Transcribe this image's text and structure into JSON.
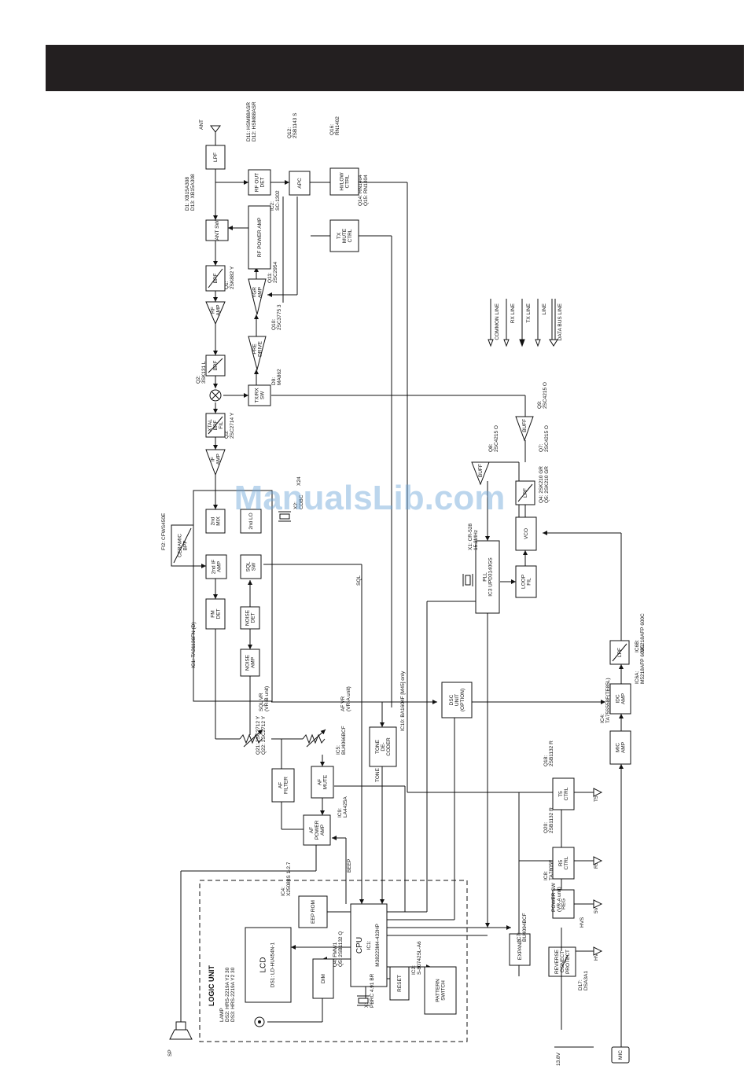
{
  "watermark": "ManualsLib.com",
  "ports": {
    "ant": "ANT",
    "sp": "SP",
    "mic": "MIC"
  },
  "logic_unit_title": "LOGIC UNIT",
  "blocks": {
    "lpf_top": "LPF",
    "rf_out_det": [
      "RF OUT",
      "DET"
    ],
    "apc": "APC",
    "hi_low": [
      "HI/LOW",
      "CTRL"
    ],
    "ant_sw": "ANT SW",
    "rf_power_amp": "RF POWER AMP",
    "tx_mute": [
      "TX",
      "MUTE",
      "CTRL"
    ],
    "bpf1": "BPF",
    "rf_amp": [
      "RF",
      "AMP"
    ],
    "ygr_amp": [
      "YGR",
      "AMP"
    ],
    "bpf2": "BPF",
    "pre_drive": [
      "PRE",
      "DRIVE"
    ],
    "txrx_sw": [
      "TX/RX",
      "SW"
    ],
    "xtal_bpf": [
      "XTAL",
      "BPF",
      "FIL"
    ],
    "if_amp": [
      "IF",
      "AMP"
    ],
    "ceramic_bpf": [
      "CERAMIC",
      "BPF"
    ],
    "mix2": [
      "2nd",
      "MIX"
    ],
    "lo2": [
      "2nd LO"
    ],
    "if2_amp": [
      "2nd IF",
      "AMP"
    ],
    "sql_sw": [
      "SQL",
      "SW"
    ],
    "fm_det": [
      "FM",
      "DET"
    ],
    "noise_det": [
      "NOISE",
      "DET"
    ],
    "noise_amp": [
      "NOISE",
      "AMP"
    ],
    "buff1": "BUFF",
    "buff2": "BUFF",
    "lpf_mid": "LPF",
    "vco": "VCO",
    "pll": [
      "PLL",
      "IC3 UPD3140GS"
    ],
    "loop_fil": [
      "LOOP",
      "FIL"
    ],
    "lpf_low": "LPF",
    "idc_amp": [
      "IDC",
      "AMP"
    ],
    "mic_amp": [
      "MIC",
      "AMP"
    ],
    "dsc_unit": [
      "DSC",
      "UNIT",
      "(OPTION)"
    ],
    "tone_decoder": [
      "TONE",
      "DE-",
      "CODER"
    ],
    "af_filter": [
      "AF",
      "FILTER"
    ],
    "af_mute": [
      "AF",
      "MUTE"
    ],
    "af_power_amp": [
      "AF",
      "POWER",
      "AMP"
    ],
    "t5_ctrl": [
      "T5",
      "CTRL"
    ],
    "r5_ctrl": [
      "R5",
      "CTRL"
    ],
    "reg": "REG",
    "expand": "EXPAND",
    "reverse_protect": [
      "REVERSE",
      "CONECT",
      "PROTECT"
    ],
    "eeprom": [
      "EEP ROM"
    ],
    "cpu": [
      "CPU",
      "IC1:",
      "M38223M4-432HP"
    ],
    "lcd": [
      "LCD",
      "DS1: LD-HU454N-1"
    ],
    "dim": "DIM",
    "reset": "RESET",
    "pattern_switch": [
      "PATTERN",
      "SWITCH"
    ]
  },
  "part_labels": {
    "d11": [
      "D11: HSM88ASR",
      "D12: HSM88ASR"
    ],
    "q12": [
      "Q12:",
      "2SB1143 S"
    ],
    "q16": [
      "Q16:",
      "RN1402"
    ],
    "d1": [
      "D1: XB15A308",
      "D13: XB15A308"
    ],
    "ic2": [
      "IC2:",
      "SC-1302"
    ],
    "q14": [
      "Q14: RN1404",
      "Q15: RN1404"
    ],
    "q11": [
      "Q11:",
      "2SC2954"
    ],
    "q1": [
      "Q1:",
      "2SK882 Y"
    ],
    "q10": [
      "Q10:",
      "2SC3775 3"
    ],
    "d9": [
      "D9:",
      "MA862"
    ],
    "q2": [
      "Q2:",
      "3SK131 L"
    ],
    "q3": [
      "Q3:",
      "2SC2714 Y"
    ],
    "fi2": "FI2: CFWS450E",
    "x2": [
      "X2:",
      "CDBC"
    ],
    "x24": "X24",
    "ic1": "IC1: TA31136FN (D)",
    "q9": [
      "Q9:",
      "2SC4215 O"
    ],
    "q8": [
      "Q8:",
      "2SC4215 O"
    ],
    "q7": [
      "Q7:",
      "2SC4215 O"
    ],
    "q4": [
      "Q4: 2SK210 GR",
      "Q5: 2SK210 GR"
    ],
    "x1_pll": [
      "X1: CR-528",
      "15.2MHz"
    ],
    "ic6b": [
      "IC6B:",
      "M5218AFP 600C"
    ],
    "ic6a": [
      "IC6A:",
      "M5218AFP 600C"
    ],
    "ic4": [
      "IC4:",
      "TA75S558F(TE85L)"
    ],
    "ic10": "IC10: BA1604F [M45] only",
    "sql_vr": [
      "SQL VR",
      "(VR-B unit)"
    ],
    "af_vr": [
      "AF VR",
      "(VR-A unit)"
    ],
    "q21": [
      "Q21: 2SC2712 Y",
      "Q22: 2SC2712 Y"
    ],
    "ic5": [
      "IC5:",
      "BU4066BCF"
    ],
    "ic9": [
      "IC9:",
      "LA4425A"
    ],
    "q18": [
      "Q18:",
      "2SB1132 R"
    ],
    "q20": [
      "Q20:",
      "2SB1132 R"
    ],
    "ic8": [
      "IC8:",
      "TA7805F"
    ],
    "ic7": [
      "IC7:",
      "BU4094BCF"
    ],
    "d17": [
      "D17:",
      "DSA3A1"
    ],
    "ic4_logic": [
      "IC4:",
      "X25080S 1-2.7"
    ],
    "lamp": [
      "LAMP",
      "DS2: HRS-2219A Y2 30",
      "DS3: HRS-2219A Y2 30"
    ],
    "q4_logic": [
      "Q4: FMW1",
      "Q5: 2SB1132 Q"
    ],
    "x1_logic": [
      "X1:",
      "PBRC 4.91 BR"
    ],
    "ic2_logic": [
      "IC2:",
      "S-80742SL-A6"
    ],
    "power_sw": [
      "POWER SW",
      "(VR-A unit)"
    ]
  },
  "signal_labels": {
    "sql": "SQL",
    "tone": "TONE",
    "beep": "BEEP",
    "t5": "T5",
    "r5": "R5",
    "v5": "5V",
    "hvs": "HVS",
    "hv": "HV",
    "v138": "13.8V"
  },
  "legend": [
    "COMMON LINE",
    "RX LINE",
    "TX LINE",
    "LINE",
    "DATA BUS LINE"
  ]
}
